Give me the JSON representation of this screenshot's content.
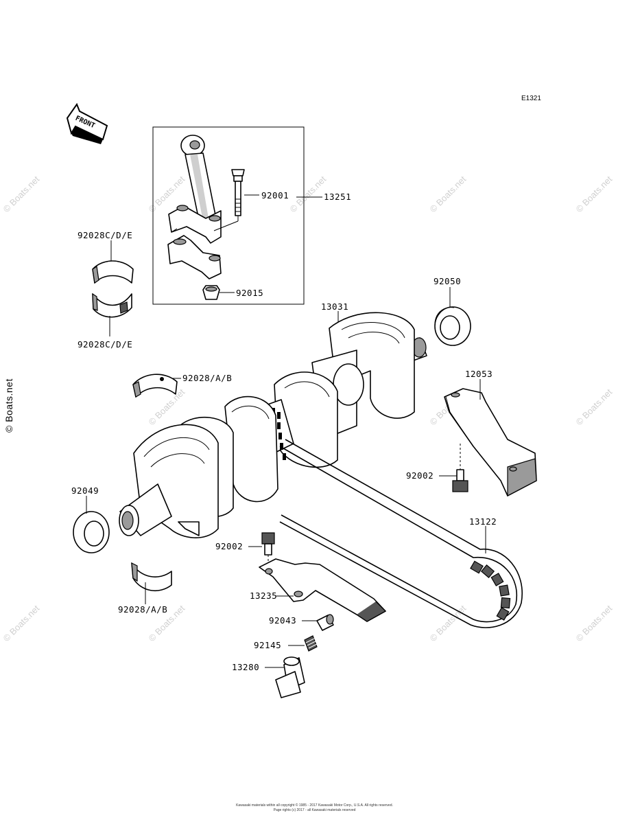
{
  "diagram_id": "E1321",
  "front_label": "FRONT",
  "watermark": "© Boats.net",
  "parts": {
    "p92001": "92001",
    "p13251": "13251",
    "p92015": "92015",
    "p92028cde_top": "92028C/D/E",
    "p92028cde_bottom": "92028C/D/E",
    "p92050": "92050",
    "p13031": "13031",
    "p92028ab_upper": "92028/A/B",
    "p12053": "12053",
    "p92002_right": "92002",
    "p92049": "92049",
    "p13122": "13122",
    "p92002_left": "92002",
    "p13235": "13235",
    "p92028ab_lower": "92028/A/B",
    "p92043": "92043",
    "p92145": "92145",
    "p13280": "13280"
  },
  "footer": {
    "line1": "Kawasaki materials within all copyright © 1985 - 2017 Kawasaki Motor Corp., U.S.A. All rights reserved.",
    "line2": "Page rights (c) 2017 - all Kawasaki materials reserved"
  }
}
